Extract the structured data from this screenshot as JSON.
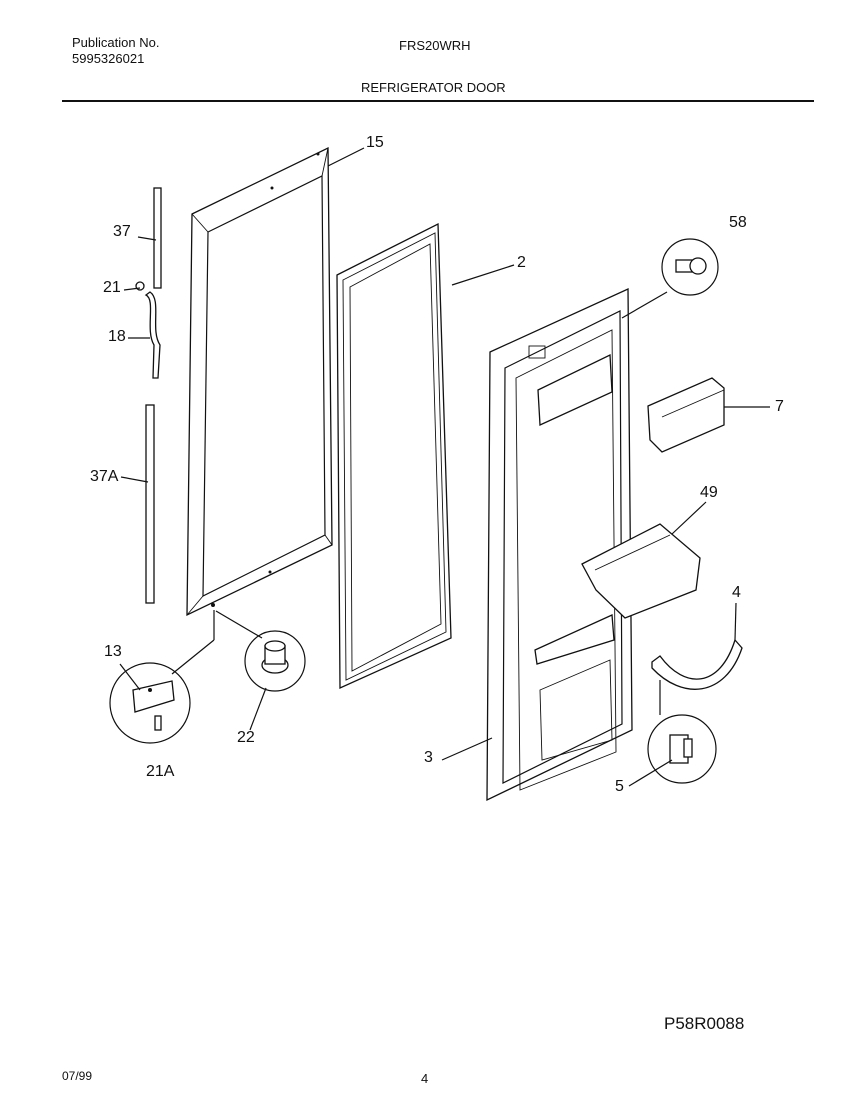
{
  "header": {
    "publication_label": "Publication No.",
    "publication_number": "5995326021",
    "model": "FRS20WRH",
    "section_title": "REFRIGERATOR DOOR"
  },
  "callouts": {
    "p15": "15",
    "p2": "2",
    "p58": "58",
    "p37": "37",
    "p21": "21",
    "p18": "18",
    "p37a": "37A",
    "p7": "7",
    "p49": "49",
    "p4": "4",
    "p13": "13",
    "p22": "22",
    "p21a": "21A",
    "p3": "3",
    "p5": "5"
  },
  "footer": {
    "drawing_code": "P58R0088",
    "date": "07/99",
    "page_number": "4"
  }
}
